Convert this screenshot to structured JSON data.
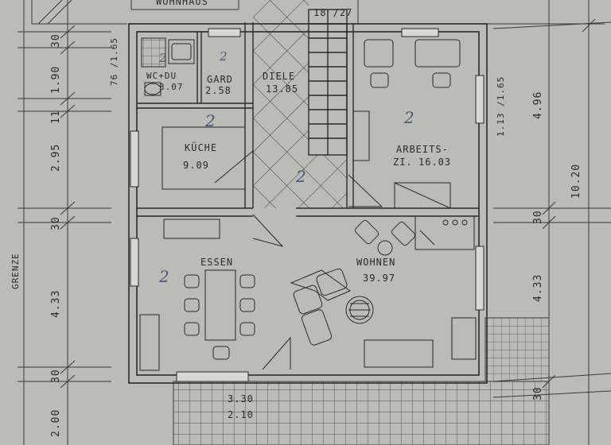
{
  "plan": {
    "top_label": "WOHNHAUS",
    "grenze": "GRENZE",
    "rooms": {
      "wc": {
        "name": "WC+DU",
        "area": "3.07"
      },
      "gard": {
        "name": "GARD",
        "area": "2.58"
      },
      "diele": {
        "name": "DIELE",
        "area": "13.85"
      },
      "kueche": {
        "name": "KÜCHE",
        "area": "9.09"
      },
      "arbeits": {
        "name": "ARBEITS-",
        "name2": "ZI.",
        "area": "16.03"
      },
      "essen": {
        "name": "ESSEN"
      },
      "wohnen": {
        "name": "WOHNEN",
        "area": "39.97"
      }
    },
    "stair_label": "18 /27",
    "window_notes": {
      "wc": "76 /1.65",
      "arbeits": "1.13 /1.65"
    },
    "dims_left": [
      "30",
      "1.90",
      "11",
      "2.95",
      "30",
      "4.33",
      "30",
      "2.00"
    ],
    "dims_right": [
      "4.96",
      "10.20",
      "30",
      "4.33",
      "30"
    ],
    "dims_bottom": [
      "3.30",
      "2.10"
    ],
    "annotations": [
      "2",
      "2",
      "2",
      "2",
      "2",
      "2"
    ]
  }
}
